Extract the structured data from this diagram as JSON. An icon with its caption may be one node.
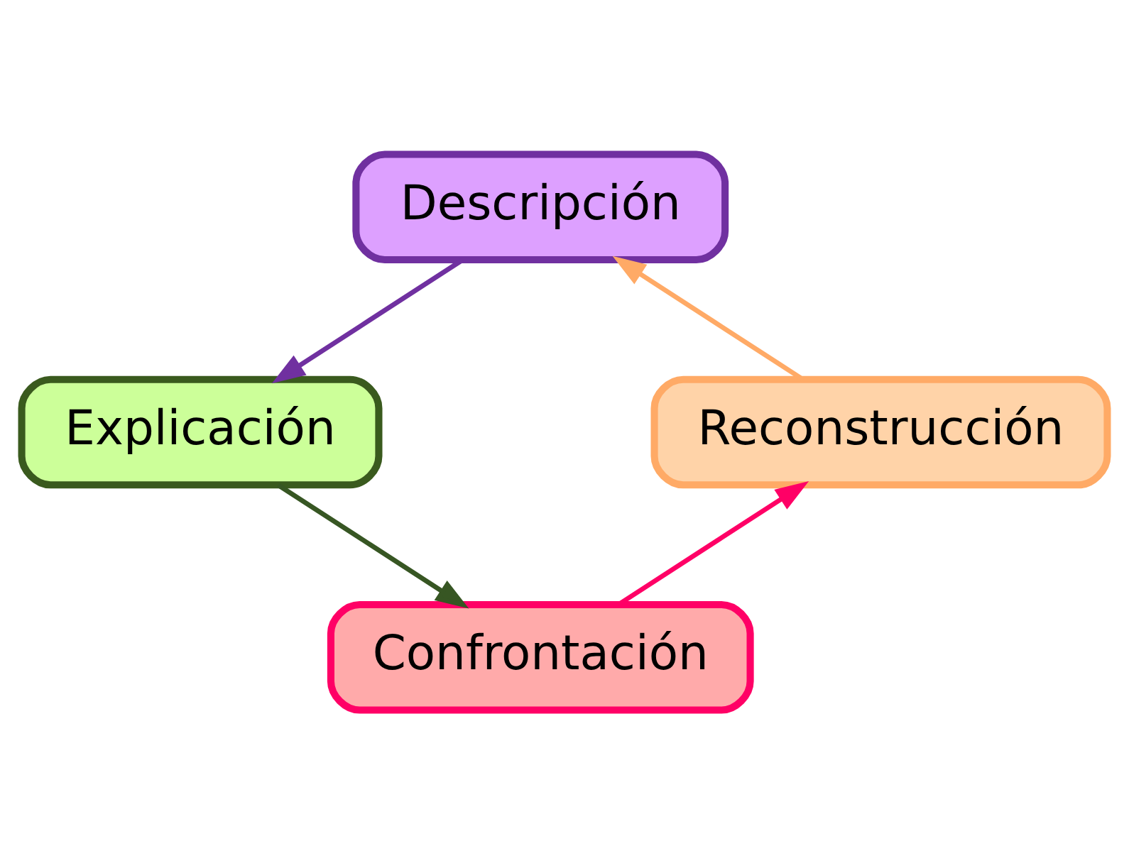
{
  "diagram": {
    "nodes": [
      {
        "text": [
          "Descripción"
        ]
      },
      {
        "text": [
          "Explicación"
        ]
      },
      {
        "text": [
          "Confrontación"
        ]
      },
      {
        "text": [
          "Reconstrucción"
        ]
      }
    ],
    "edges": [
      {
        "from": 0,
        "to": 1,
        "arrow": "to",
        "color": "#7030a0"
      },
      {
        "from": 1,
        "to": 2,
        "arrow": "to",
        "color": "#375623"
      },
      {
        "from": 2,
        "to": 3,
        "arrow": "to",
        "color": "#ff0066"
      },
      {
        "from": 3,
        "to": 0,
        "arrow": "to",
        "color": "#ffaa66"
      }
    ]
  }
}
